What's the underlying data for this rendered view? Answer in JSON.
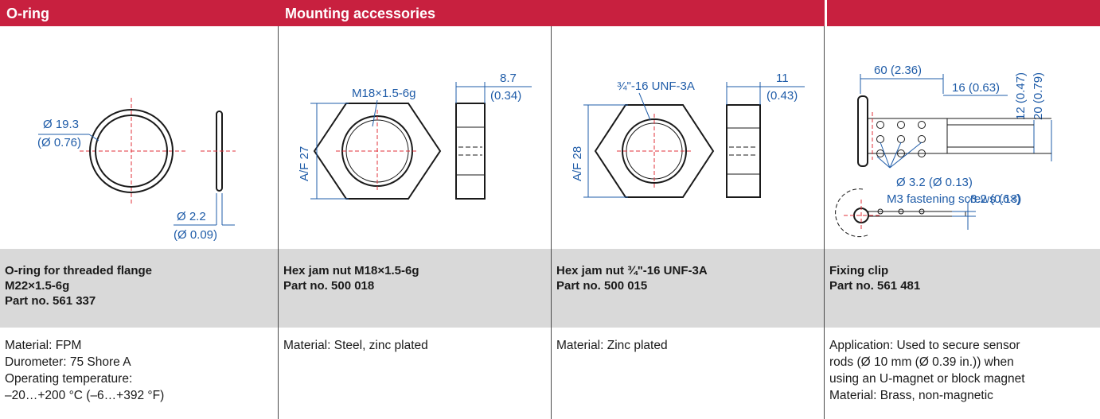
{
  "header": {
    "section_oring": "O-ring",
    "section_mounting": "Mounting accessories"
  },
  "products": [
    {
      "name_lines": [
        "O-ring for threaded flange",
        "M22×1.5-6g",
        "Part no. 561 337"
      ],
      "desc_lines": [
        "Material: FPM",
        "Durometer: 75 Shore A",
        "Operating temperature:",
        "–20…+200 °C (–6…+392 °F)"
      ],
      "dims": {
        "outer_dia": "Ø 19.3",
        "outer_dia_in": "(Ø 0.76)",
        "cross_section": "Ø 2.2",
        "cross_section_in": "(Ø 0.09)"
      }
    },
    {
      "name_lines": [
        "Hex jam nut M18×1.5-6g",
        "Part no. 500 018"
      ],
      "desc_lines": [
        "Material: Steel, zinc plated"
      ],
      "dims": {
        "thread": "M18×1.5-6g",
        "across_flats": "A/F 27",
        "thickness": "8.7",
        "thickness_in": "(0.34)"
      }
    },
    {
      "name_lines": [
        "Hex jam nut ¾\"-16 UNF-3A",
        "Part no. 500 015"
      ],
      "desc_lines": [
        "Material: Zinc plated"
      ],
      "dims": {
        "thread": "¾\"-16 UNF-3A",
        "across_flats": "A/F 28",
        "thickness": "11",
        "thickness_in": "(0.43)"
      }
    },
    {
      "name_lines": [
        "Fixing clip",
        "Part no. 561 481"
      ],
      "desc_lines": [
        "Application: Used to secure sensor",
        "rods (Ø 10 mm (Ø 0.39 in.)) when",
        "using an U-magnet or block magnet",
        "Material: Brass, non-magnetic"
      ],
      "dims": {
        "length": "60 (2.36)",
        "hole_spacing": "16 (0.63)",
        "height1": "12 (0.47)",
        "height2": "20 (0.79)",
        "hole_dia": "Ø 3.2 (Ø 0.13)",
        "screws": "M3 fastening screws (6×)",
        "thickness": "3.2 (0.13)"
      }
    }
  ],
  "colors": {
    "header_bg": "#c8203f",
    "name_bg": "#d9d9d9",
    "dimension": "#1f5ca8",
    "centerline": "#e0303a"
  }
}
